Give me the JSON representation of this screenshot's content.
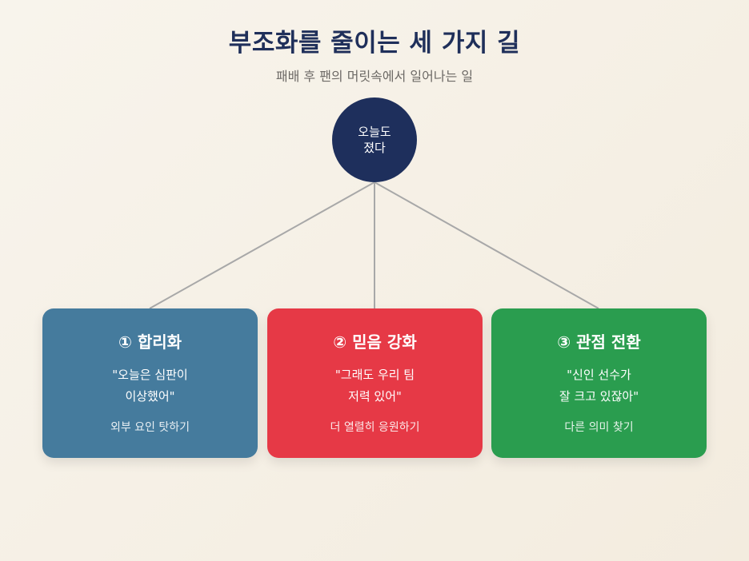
{
  "header": {
    "title": "부조화를 줄이는 세 가지 길",
    "subtitle": "패배 후 팬의 머릿속에서 일어나는 일"
  },
  "center": {
    "line1": "오늘도",
    "line2": "졌다"
  },
  "cards": [
    {
      "title": "① 합리화",
      "quote_line1": "\"오늘은 심판이",
      "quote_line2": "이상했어\"",
      "note": "외부 요인 탓하기",
      "color": "#457b9d"
    },
    {
      "title": "② 믿음 강화",
      "quote_line1": "\"그래도 우리 팀",
      "quote_line2": "저력 있어\"",
      "note": "더 열렬히 응원하기",
      "color": "#e63946"
    },
    {
      "title": "③ 관점 전환",
      "quote_line1": "\"신인 선수가",
      "quote_line2": "잘 크고 있잖아\"",
      "note": "다른 의미 찾기",
      "color": "#2a9d4f"
    }
  ],
  "colors": {
    "background": "#f6f1e7",
    "title": "#1f2f5a",
    "center_node": "#1e2f5c",
    "connector": "#a8a8a8"
  }
}
